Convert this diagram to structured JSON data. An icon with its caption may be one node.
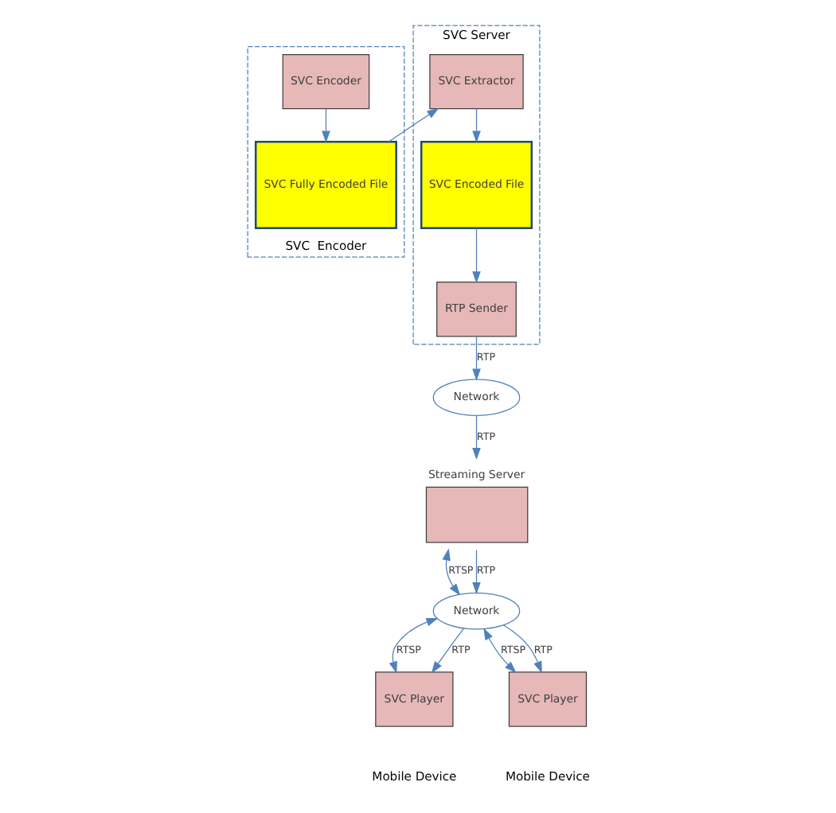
{
  "diagram": {
    "nodes": [
      {
        "text": [
          "SVC  Encoder"
        ]
      },
      {
        "text": [
          "SVC Fully Encoded File"
        ],
        "in": 0
      },
      {
        "text": [
          "SVC Encoder"
        ],
        "in": 0
      },
      {
        "text": [
          "SVC Server"
        ]
      },
      {
        "text": [
          "SVC Extractor"
        ],
        "in": 3
      },
      {
        "text": [
          "SVC Encoded File"
        ],
        "in": 3
      },
      {
        "text": [
          "RTP Sender"
        ],
        "in": 3
      },
      {
        "text": [
          "Network"
        ]
      },
      {
        "text": [
          "Streaming Server"
        ]
      },
      {
        "text": [
          "Network"
        ]
      },
      {
        "text": [
          "SVC Player"
        ],
        "beside": [
          "Mobile Device"
        ]
      },
      {
        "text": [
          "SVC Player"
        ],
        "beside": [
          "Mobile Device"
        ]
      }
    ],
    "edges": [
      {
        "from": 2,
        "to": 1,
        "arrow": "to"
      },
      {
        "from": 1,
        "to": 4,
        "arrow": "to"
      },
      {
        "from": 4,
        "to": 5,
        "arrow": "to"
      },
      {
        "from": 5,
        "to": 6,
        "arrow": "to"
      },
      {
        "from": 6,
        "to": 7,
        "arrow": "to",
        "label": "RTP"
      },
      {
        "from": 7,
        "to": 8,
        "arrow": "to",
        "label": "RTP"
      },
      {
        "from": 8,
        "to": 9,
        "arrow": "both",
        "label": "RTSP"
      },
      {
        "from": 8,
        "to": 9,
        "arrow": "to",
        "label": "RTP"
      },
      {
        "from": 9,
        "to": 10,
        "arrow": "both",
        "label": "RTSP"
      },
      {
        "from": 9,
        "to": 10,
        "arrow": "to",
        "label": "RTP"
      },
      {
        "from": 9,
        "to": 11,
        "arrow": "both",
        "label": "RTSP"
      },
      {
        "from": 9,
        "to": 11,
        "arrow": "to",
        "label": "RTP"
      }
    ]
  }
}
